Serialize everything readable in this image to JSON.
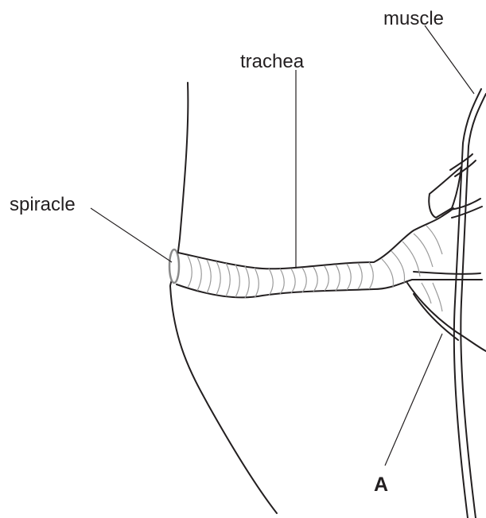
{
  "labels": {
    "muscle": "muscle",
    "trachea": "trachea",
    "spiracle": "spiracle",
    "a": "A"
  },
  "colors": {
    "line": "#231f20",
    "ring": "#9a9a9a",
    "background": "#ffffff"
  }
}
